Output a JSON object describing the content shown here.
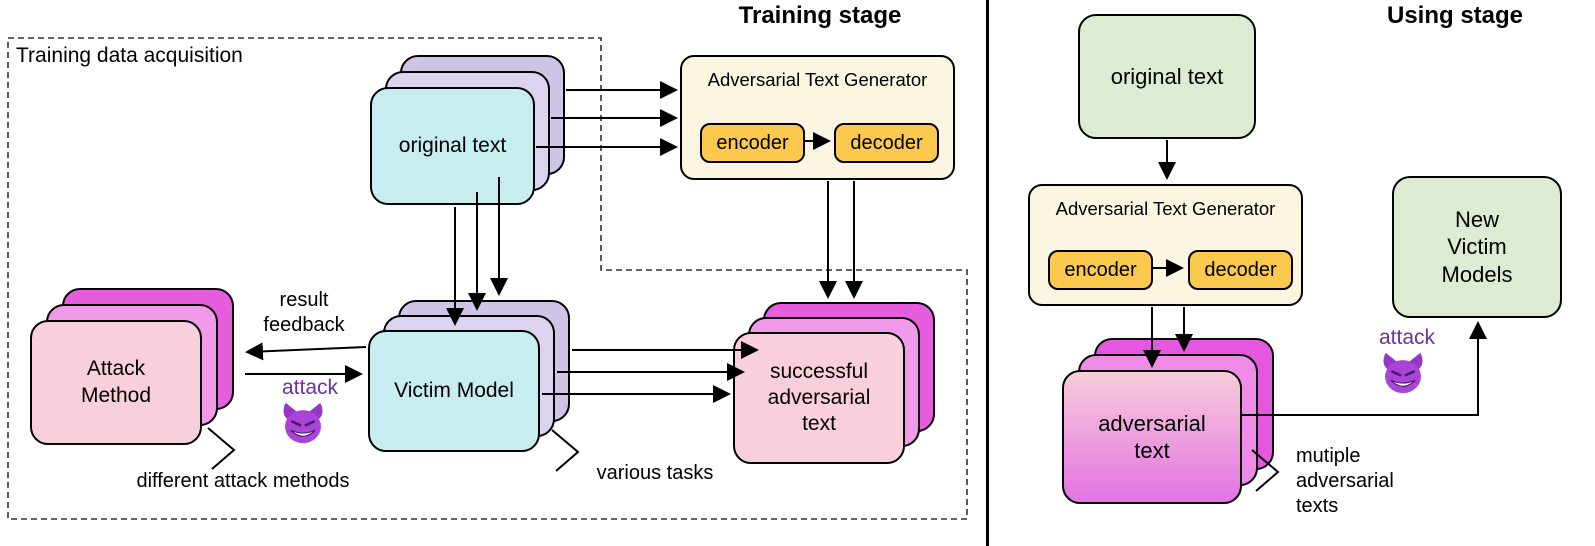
{
  "training": {
    "stage_title": "Training stage",
    "acquisition_label": "Training data acquisition",
    "original_text": "original text",
    "generator_title": "Adversarial Text Generator",
    "encoder_label": "encoder",
    "decoder_label": "decoder",
    "attack_method": "Attack\nMethod",
    "victim_model": "Victim Model",
    "successful_adversarial_text": "successful\nadversarial\ntext",
    "result_feedback": "result\nfeedback",
    "attack_label": "attack",
    "different_attack_methods": "different attack methods",
    "various_tasks": "various tasks"
  },
  "using": {
    "stage_title": "Using stage",
    "original_text": "original text",
    "generator_title": "Adversarial Text Generator",
    "encoder_label": "encoder",
    "decoder_label": "decoder",
    "adversarial_text": "adversarial\ntext",
    "new_victim_models": "New\nVictim\nModels",
    "attack_label": "attack",
    "multiple_adversarial_texts": "mutiple\nadversarial\ntexts"
  },
  "colors": {
    "accent_purple": "#7030a0",
    "cyan_box": "#c8edf0",
    "lavender_back": "#cfc3e6",
    "lavender_mid": "#dbd3f0",
    "pink_box": "#f9cfdb",
    "magenta_back": "#e65ede",
    "orchid_mid": "#f09ae9",
    "cream_box": "#fbf6e2",
    "orange_box": "#fbc94d",
    "green_box": "#dcebd1",
    "devil_purple": "#a944d6"
  }
}
